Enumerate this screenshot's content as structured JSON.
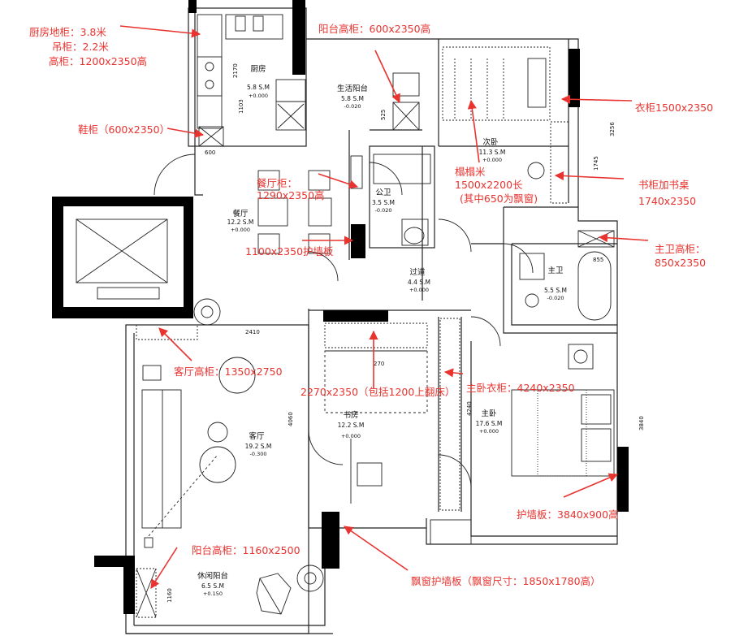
{
  "rooms": {
    "kitchen": {
      "name": "厨房",
      "area": "5.8 S.M",
      "elev": "+0.000"
    },
    "service_balcony": {
      "name": "生活阳台",
      "area": "5.8 S.M",
      "elev": "-0.020"
    },
    "second_bedroom": {
      "name": "次卧",
      "area": "11.3 S.M",
      "elev": "+0.000"
    },
    "dining": {
      "name": "餐厅",
      "area": "12.2 S.M",
      "elev": "+0.000"
    },
    "public_bath": {
      "name": "公卫",
      "area": "3.5 S.M",
      "elev": "-0.020"
    },
    "corridor": {
      "name": "过道",
      "area": "4.4 S.M",
      "elev": "+0.000"
    },
    "master_bath": {
      "name": "主卫",
      "area": "5.5 S.M",
      "elev": "-0.020"
    },
    "living": {
      "name": "客厅",
      "area": "19.2 S.M",
      "elev": "-0.300"
    },
    "study": {
      "name": "书房",
      "area": "12.2 S.M",
      "elev": "+0.000"
    },
    "master_bedroom": {
      "name": "主卧",
      "area": "17.6 S.M",
      "elev": "+0.000"
    },
    "leisure_balcony": {
      "name": "休闲阳台",
      "area": "6.5 S.M",
      "elev": "+0.150"
    }
  },
  "annotations": {
    "kitchen_cab_1": "厨房地柜：3.8米",
    "kitchen_cab_2": "吊柜：2.2米",
    "kitchen_cab_3": "高柜：1200x2350高",
    "shoe_cab": "鞋柜（600x2350）",
    "balcony_tall_cab": "阳台高柜：600x2350高",
    "wardrobe": "衣柜1500x2350",
    "tatami_1": "榻榻米",
    "tatami_2": "1500x2200长",
    "tatami_3": "(其中650为飘窗)",
    "desk_1": "书柜加书桌",
    "desk_2": "1740x2350",
    "dining_cab_1": "餐厅柜：",
    "dining_cab_2": "1290x2350高",
    "wall_panel_1": "1100x2350护墙板",
    "master_bath_cab_1": "主卫高柜：",
    "master_bath_cab_2": "850x2350",
    "living_tall_cab": "客厅高柜：1350x2750",
    "study_cab": "2270x2350（包括1200上翻床）",
    "master_wardrobe": "主卧衣柜：4240x2350",
    "headboard_panel": "护墙板：3840x900高",
    "balcony_tall_cab_2": "阳台高柜：1160x2500",
    "bay_window_panel": "飘窗护墙板（飘窗尺寸：1850x1780高）"
  },
  "dimensions": {
    "d2170": "2170",
    "d1103": "1103",
    "d525": "525",
    "d600": "600",
    "d3256": "3256",
    "d1745": "1745",
    "d855": "855",
    "d2410": "2410",
    "d4060": "4060",
    "d270": "270",
    "d4240": "4240",
    "d3840": "3840",
    "d1160": "1160"
  },
  "colors": {
    "annotation": "#e8332f",
    "wall": "#000000",
    "line": "#222222"
  }
}
